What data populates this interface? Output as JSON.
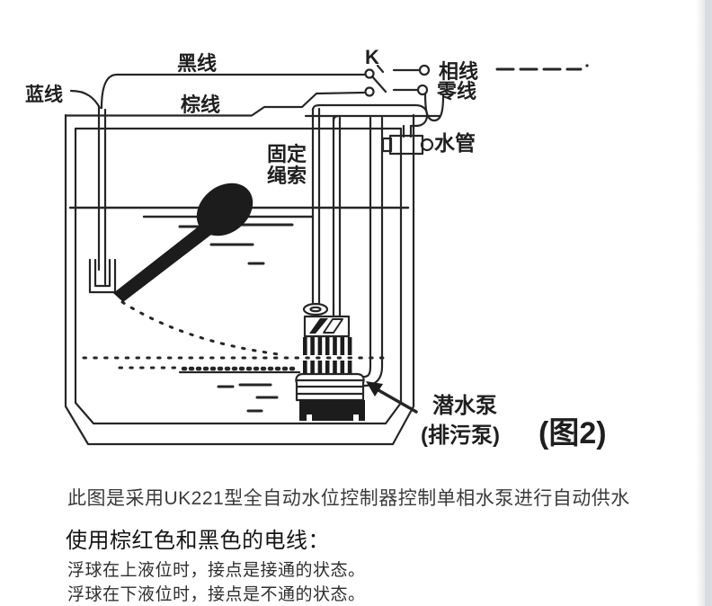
{
  "figure": {
    "labels": {
      "blue_wire": "蓝线",
      "black_wire": "黑线",
      "brown_wire": "棕线",
      "switch": "K",
      "phase_wire": "相线",
      "neutral_wire": "零线",
      "water_pipe": "水管",
      "fixing_rope_line1": "固定",
      "fixing_rope_line2": "绳索",
      "pump_name": "潜水泵",
      "pump_alt": "(排污泵)",
      "figure_number": "(图2)"
    }
  },
  "description": {
    "line1": "此图是采用UK221型全自动水位控制器控制单相水泵进行自动供水",
    "line2": "使用棕红色和黑色的电线：",
    "line3": "浮球在上液位时，接点是接通的状态。",
    "line4": "浮球在下液位时，接点是不通的状态。"
  },
  "colors": {
    "line_art": "#262626",
    "caption_primary": "#3b3b3b",
    "caption_dark": "#151515",
    "page_edge": "#d9dde1"
  }
}
